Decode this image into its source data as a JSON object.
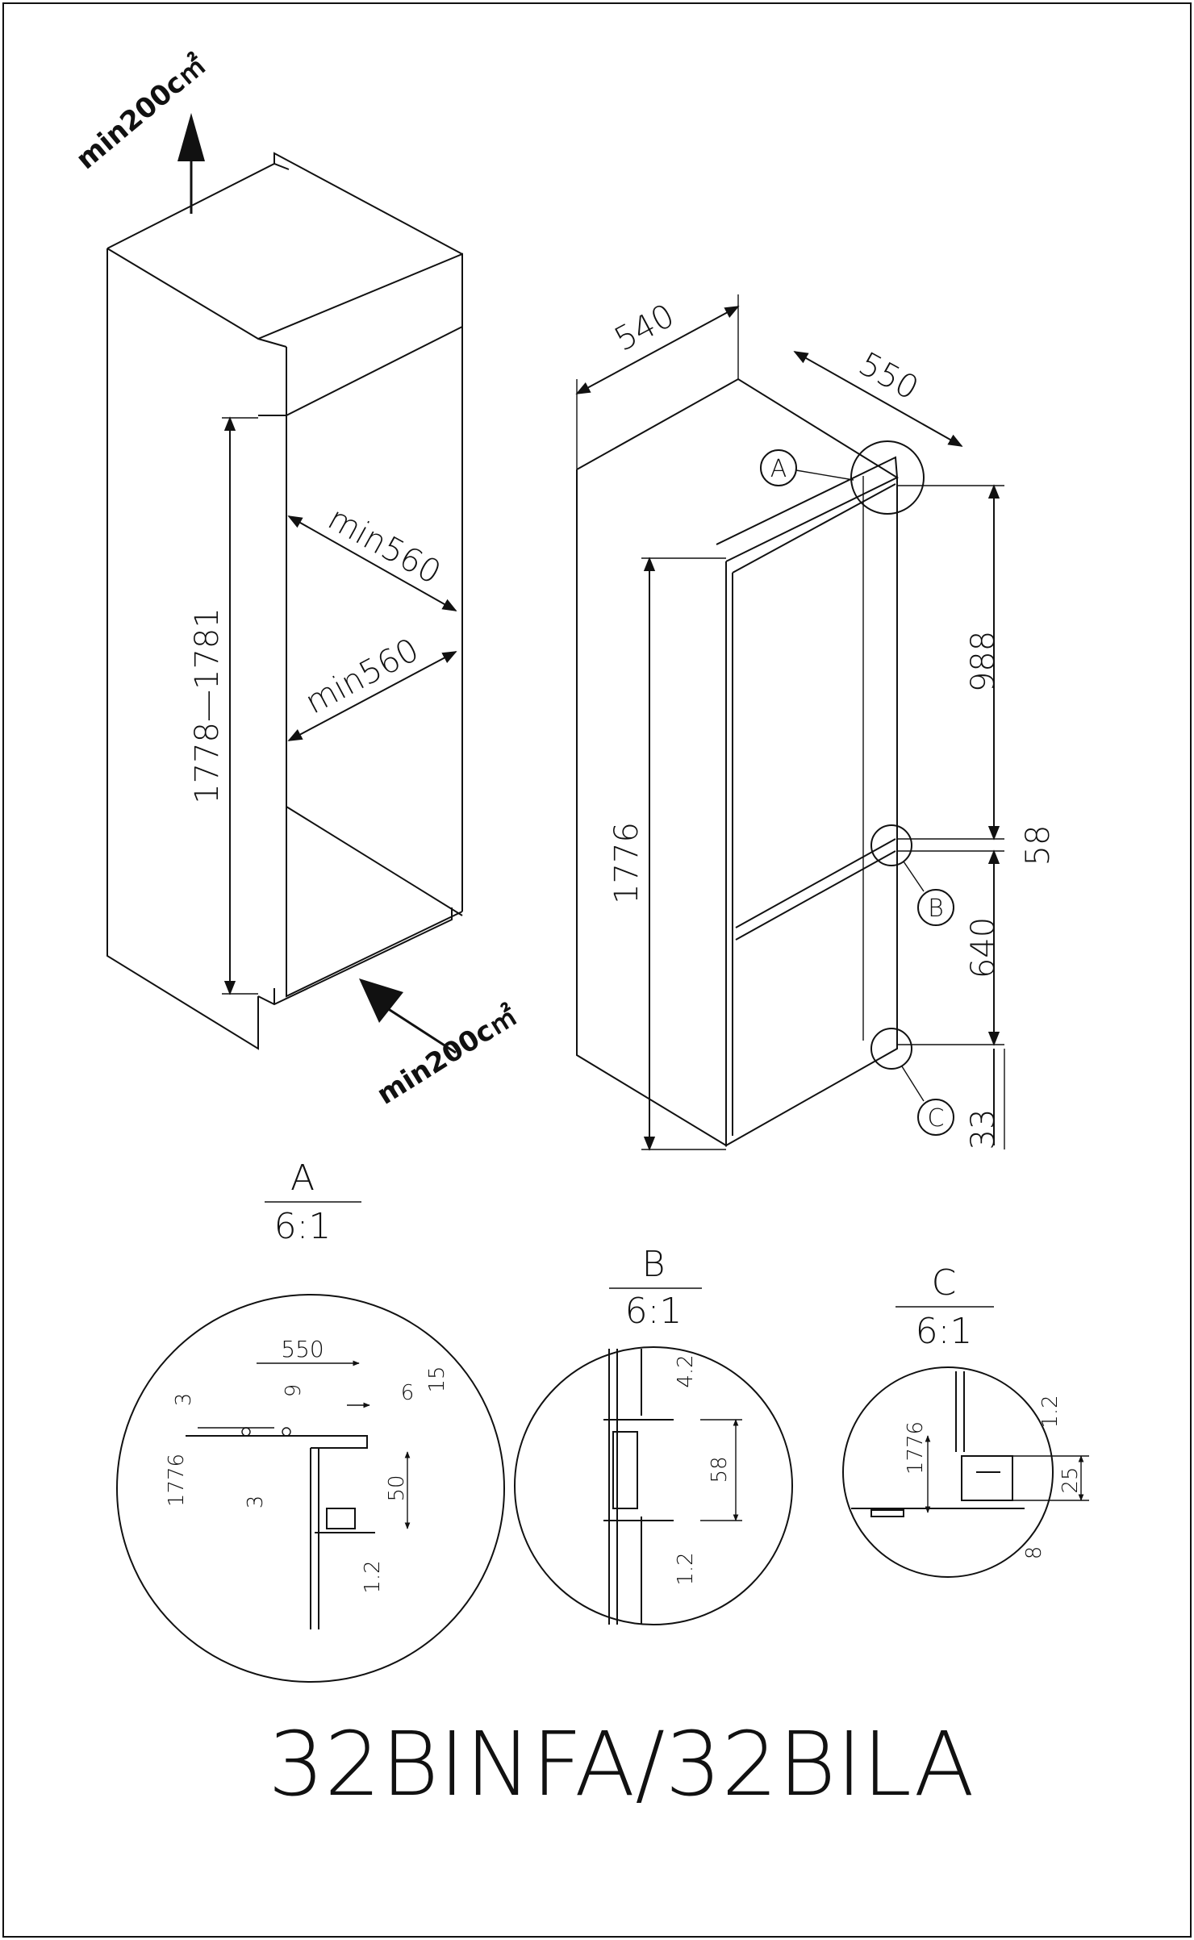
{
  "ventilation": {
    "top": "min200c㎡",
    "bottom": "min200c㎡"
  },
  "cabinet": {
    "height_range": "1778—1781",
    "depth_min": "min560",
    "width_min": "min560"
  },
  "appliance": {
    "width": "540",
    "depth": "550",
    "height": "1776",
    "upper_section": "988",
    "gap": "58",
    "lower_section": "640",
    "bottom_gap": "33",
    "callouts": [
      "A",
      "B",
      "C"
    ]
  },
  "details": {
    "A": {
      "label": "A",
      "scale": "6:1",
      "dims": {
        "d550": "550",
        "d3a": "3",
        "d9": "9",
        "d6": "6",
        "d15": "15",
        "d1776": "1776",
        "d3b": "3",
        "d50": "50",
        "d12": "1.2"
      }
    },
    "B": {
      "label": "B",
      "scale": "6:1",
      "dims": {
        "d42": "4.2",
        "d58": "58",
        "d12": "1.2"
      }
    },
    "C": {
      "label": "C",
      "scale": "6:1",
      "dims": {
        "d1776": "1776",
        "d12": "1.2",
        "d25": "25",
        "d8": "8"
      }
    }
  },
  "model": "32BINFA/32BILA"
}
